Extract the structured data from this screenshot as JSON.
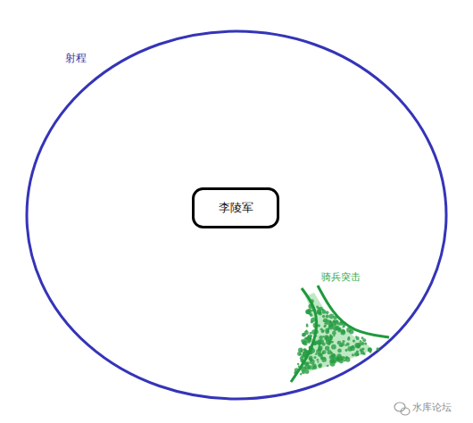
{
  "diagram": {
    "nodes": [
      {
        "text": [
          "射程"
        ]
      },
      {
        "text": [
          "李陵军"
        ],
        "in": 0
      },
      {
        "text": [
          "骑兵突击"
        ],
        "in": 0
      }
    ],
    "labels": [
      "水库论坛"
    ]
  }
}
